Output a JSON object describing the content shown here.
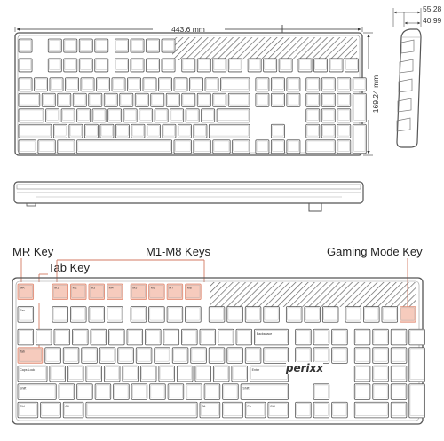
{
  "dimensions": {
    "width": "443.6 mm",
    "height": "169.24 mm",
    "depth_top": "55.28",
    "depth_base": "40.99"
  },
  "callouts": {
    "mr_key": "MR Key",
    "tab_key": "Tab Key",
    "m_keys": "M1-M8 Keys",
    "gaming_mode_key": "Gaming Mode Key"
  },
  "brand": "perixx",
  "key_labels": {
    "mr": "MR",
    "m_keys": [
      "M1",
      "M2",
      "M3",
      "M4",
      "M5",
      "M6",
      "M7",
      "M8"
    ],
    "esc": "Esc",
    "tab": "Tab",
    "caps": "Caps Lock",
    "shift_left": "Shift",
    "shift_right": "Shift",
    "enter": "Enter",
    "ctrl_left": "Ctrl",
    "ctrl_right": "Ctrl",
    "alt_left": "Alt",
    "alt_right": "Alt",
    "backspace": "Backspace",
    "fn": "Fn"
  },
  "colors": {
    "line": "#555555",
    "highlight_fill": "#f6cbbd",
    "highlight_stroke": "#e08a73"
  }
}
